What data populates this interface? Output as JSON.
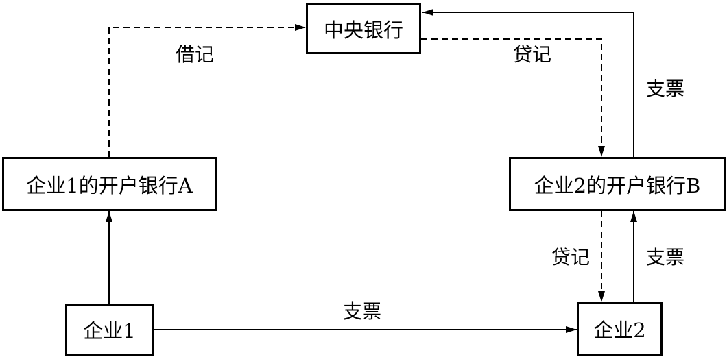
{
  "nodes": {
    "central_bank": "中央银行",
    "bank_a": "企业1的开户银行A",
    "bank_b": "企业2的开户银行B",
    "company_1": "企业1",
    "company_2": "企业2"
  },
  "edges": {
    "bank_a_to_central": {
      "label": "借记",
      "style": "dashed"
    },
    "central_to_bank_b": {
      "label": "贷记",
      "style": "dashed"
    },
    "bank_b_to_central": {
      "label": "支票",
      "style": "solid"
    },
    "bank_b_to_company_2": {
      "label": "贷记",
      "style": "dashed"
    },
    "company_2_to_bank_b": {
      "label": "支票",
      "style": "solid"
    },
    "company_1_to_company_2": {
      "label": "支票",
      "style": "solid"
    },
    "company_1_to_bank_a": {
      "label": "",
      "style": "solid"
    }
  },
  "colors": {
    "stroke": "#000000",
    "background": "#ffffff"
  }
}
